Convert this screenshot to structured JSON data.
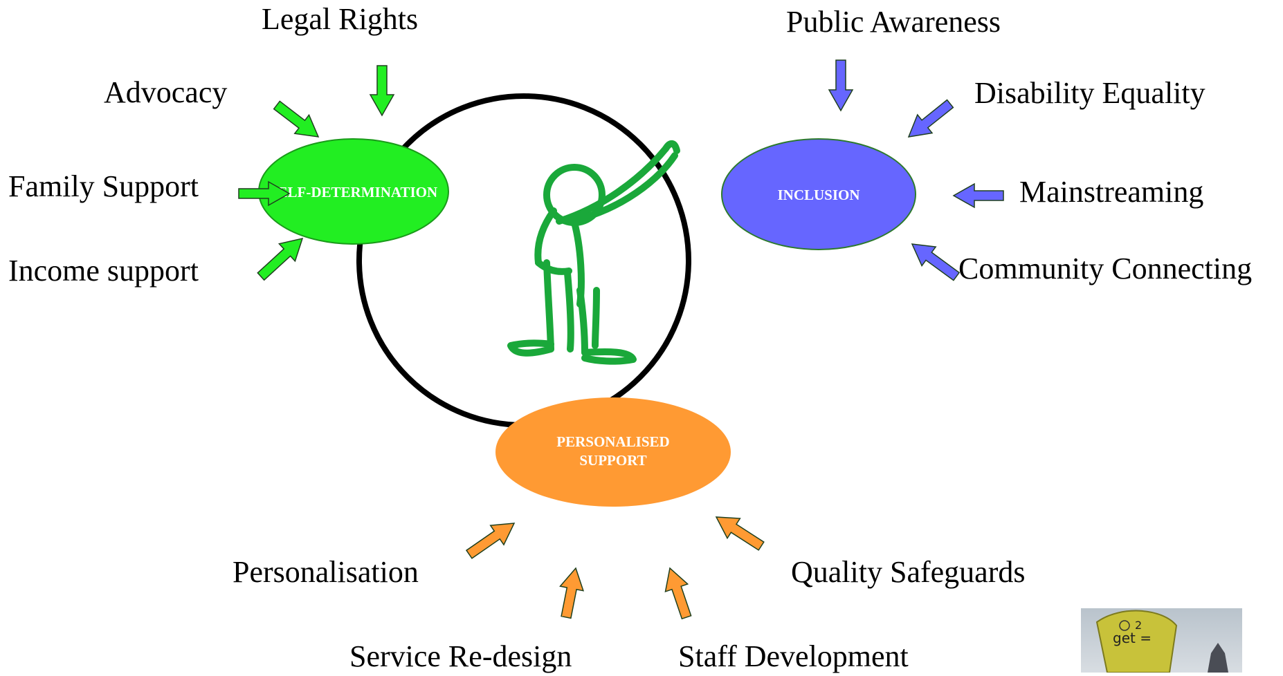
{
  "diagram": {
    "colors": {
      "green": "#22ee22",
      "blue": "#6666ff",
      "orange": "#ff9a33",
      "ring": "#000000",
      "figure": "#1aa83a"
    },
    "ovals": {
      "self_determination": "SELF-DETERMINATION",
      "inclusion": "INCLUSION",
      "personalised_line1": "PERSONALISED",
      "personalised_line2": "SUPPORT"
    },
    "labels": {
      "legal_rights": "Legal Rights",
      "advocacy": "Advocacy",
      "family_support": "Family Support",
      "income_support": "Income support",
      "public_awareness": "Public Awareness",
      "disability_equality": "Disability Equality",
      "mainstreaming": "Mainstreaming",
      "community_connecting": "Community Connecting",
      "personalisation": "Personalisation",
      "service_redesign": "Service Re-design",
      "staff_development": "Staff Development",
      "quality_safeguards": "Quality Safeguards"
    },
    "photo": {
      "icon": "balloon-photo",
      "sign_line1": "2",
      "sign_line2": "get ="
    }
  }
}
